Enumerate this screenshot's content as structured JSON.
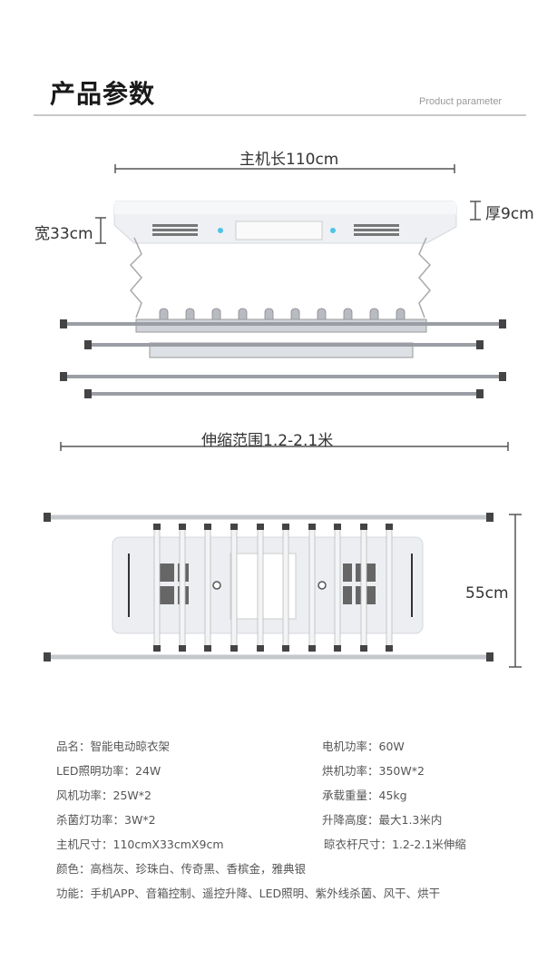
{
  "header": {
    "title": "产品参数",
    "subtitle": "Product parameter"
  },
  "dimensions": {
    "length": "主机长110cm",
    "thickness": "厚9cm",
    "width": "宽33cm",
    "extend_range": "伸缩范围1.2-2.1米",
    "depth": "55cm"
  },
  "specs": {
    "left": [
      "品名：智能电动晾衣架",
      "LED照明功率：24W",
      "风机功率：25W*2",
      "杀菌灯功率：3W*2",
      "主机尺寸：110cmX33cmX9cm"
    ],
    "right": [
      "电机功率：60W",
      "烘机功率：350W*2",
      "承载重量：45kg",
      "升降高度：最大1.3米内",
      "晾衣杆尺寸：1.2-2.1米伸缩"
    ],
    "colors": "颜色：高档灰、珍珠白、传奇黑、香槟金，雅典银",
    "functions": "功能：手机APP、音箱控制、遥控升降、LED照明、紫外线杀菌、风干、烘干"
  },
  "colors": {
    "accent_uv": "#4fc3e8",
    "line": "#555555"
  }
}
